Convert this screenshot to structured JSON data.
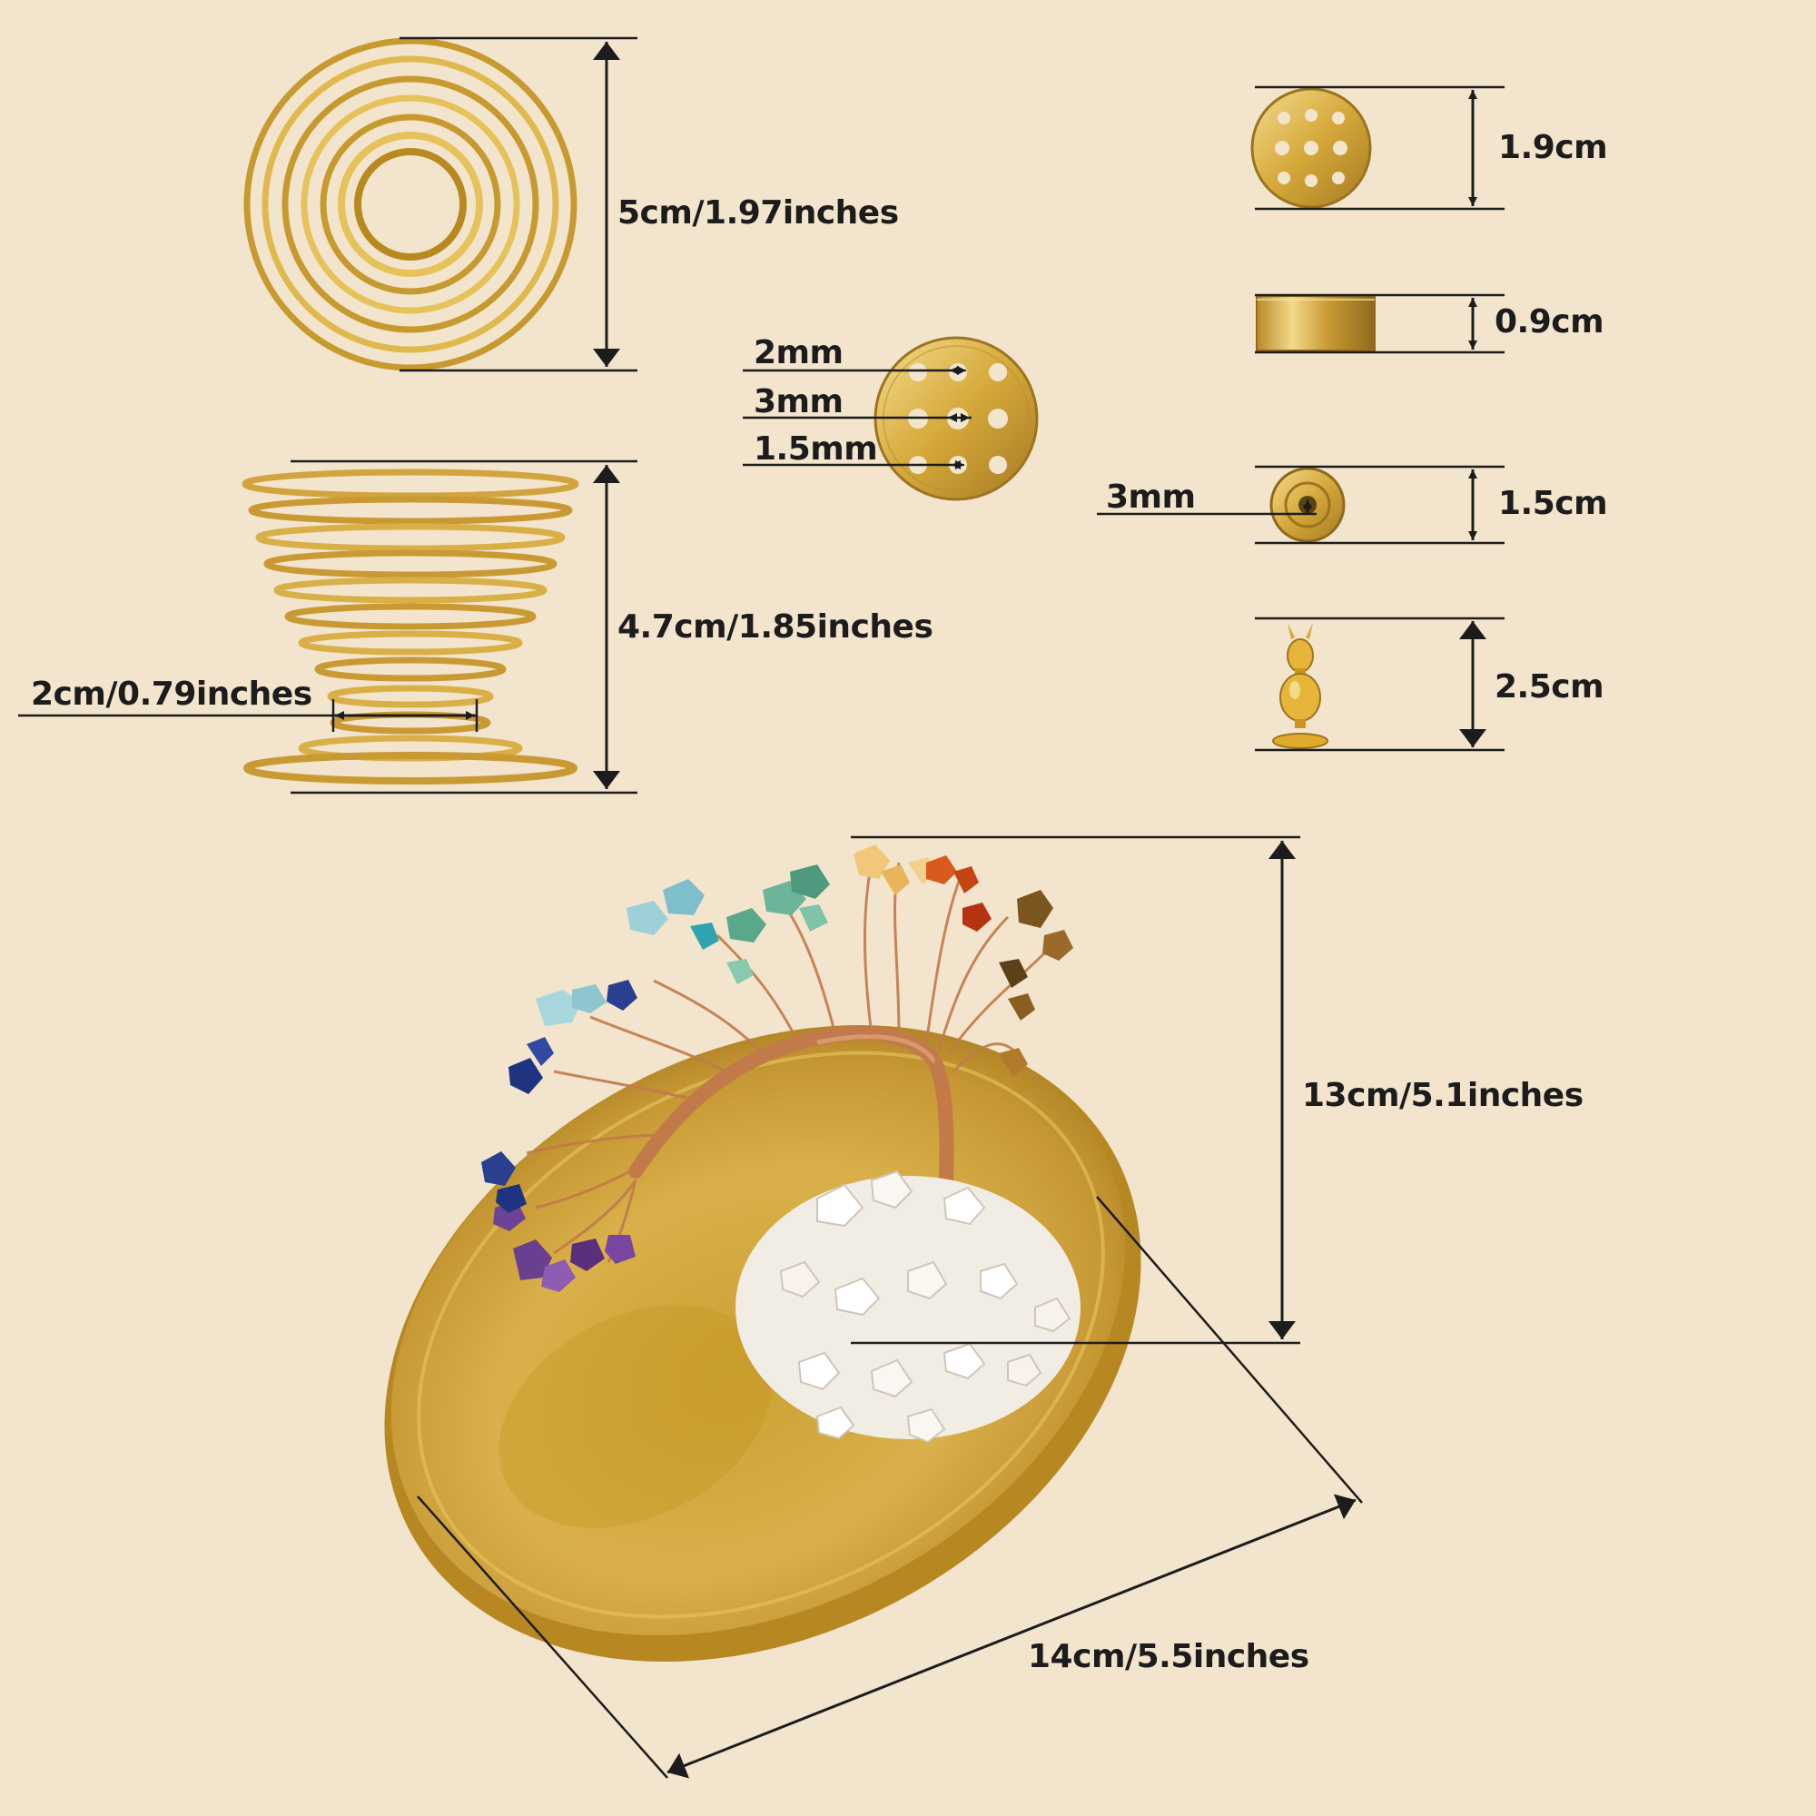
{
  "colors": {
    "background": "#f3e5cd",
    "gold": "#d4a93a",
    "gold_dark": "#9c7420",
    "gold_light": "#f4d98a",
    "copper": "#c27a4a",
    "line": "#1c1c1c"
  },
  "labels": {
    "spiral_top_height": "5cm/1.97inches",
    "spiral_side_height": "4.7cm/1.85inches",
    "spiral_base_width": "2cm/0.79inches",
    "plate_hole_small": "2mm",
    "plate_hole_center": "3mm",
    "plate_hole_tiny": "1.5mm",
    "disc_diameter": "1.9cm",
    "ring_height": "0.9cm",
    "bead_hole": "3mm",
    "bead_diameter": "1.5cm",
    "gourd_height": "2.5cm",
    "tree_height": "13cm/5.1inches",
    "dish_diameter": "14cm/5.5inches"
  },
  "icons": {
    "spiral_top": "spiral-holder-top-view",
    "spiral_side": "spiral-cone-holder",
    "plate": "perforated-brass-plate",
    "disc": "perforated-brass-disc",
    "ring": "brass-ring",
    "bead": "brass-bead",
    "gourd": "gourd-incense-holder",
    "tree": "gemstone-tree",
    "dish": "brass-dish"
  }
}
